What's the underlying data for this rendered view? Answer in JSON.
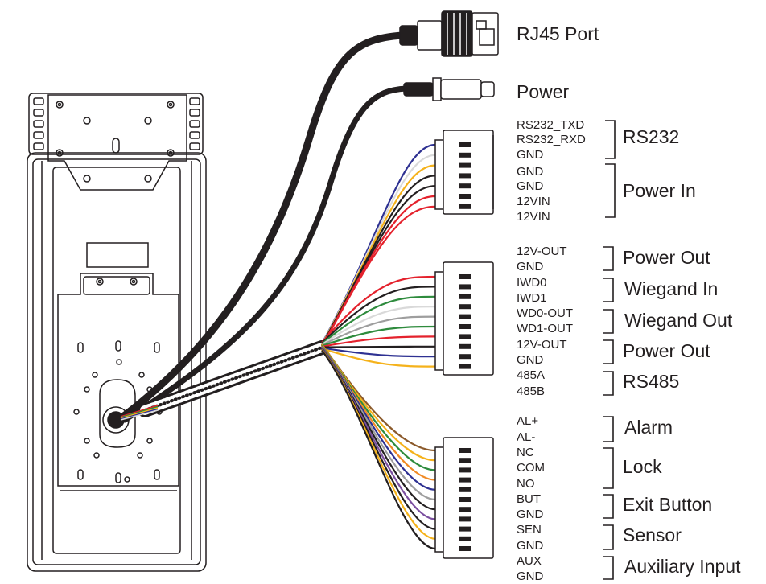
{
  "ports": {
    "rj45": "RJ45 Port",
    "power": "Power"
  },
  "connector1": {
    "pins": [
      "RS232_TXD",
      "RS232_RXD",
      "GND",
      "GND",
      "GND",
      "12VIN",
      "12VIN"
    ],
    "groups": [
      "RS232",
      "Power In"
    ]
  },
  "connector2": {
    "pins": [
      "12V-OUT",
      "GND",
      "IWD0",
      "IWD1",
      "WD0-OUT",
      "WD1-OUT",
      "12V-OUT",
      "GND",
      "485A",
      "485B"
    ],
    "groups": [
      "Power Out",
      "Wiegand In",
      "Wiegand Out",
      "Power Out",
      "RS485"
    ]
  },
  "connector3": {
    "pins": [
      "AL+",
      "AL-",
      "NC",
      "COM",
      "NO",
      "BUT",
      "GND",
      "SEN",
      "GND",
      "AUX",
      "GND"
    ],
    "groups": [
      "Alarm",
      "Lock",
      "Exit Button",
      "Sensor",
      "Auxiliary Input"
    ]
  },
  "colors": {
    "ink": "#231f20",
    "red": "#e4222d",
    "black": "#231f20",
    "yellow": "#f5b21b",
    "blue": "#2e3192",
    "green": "#2e8b3d",
    "gray": "#9e9e9e",
    "white": "#d9d9d9",
    "brown": "#8b5a2b",
    "orange": "#f08a24",
    "purple": "#7b4fa0"
  }
}
